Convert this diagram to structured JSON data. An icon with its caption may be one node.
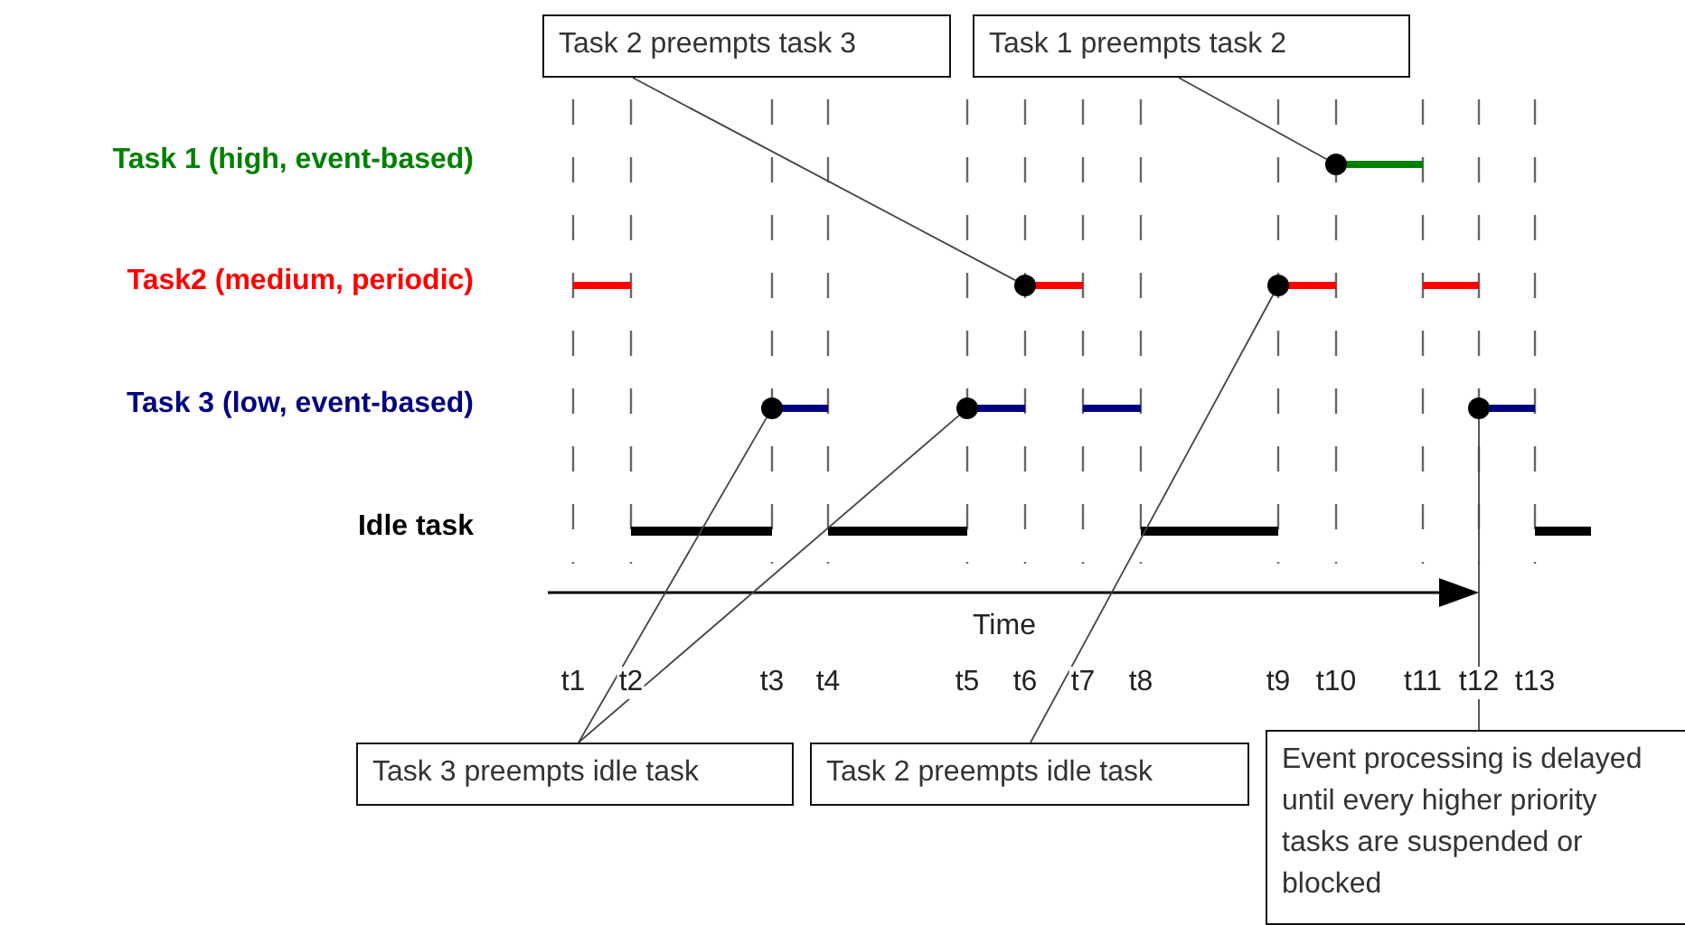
{
  "diagram": {
    "nodes": [
      {
        "text": [
          "Task 2 preempts task 3"
        ]
      },
      {
        "text": [
          "Task 1 preempts task 2"
        ]
      },
      {
        "text": [],
        "shape": "circle"
      },
      {
        "text": [],
        "shape": "circle"
      },
      {
        "text": [],
        "shape": "circle"
      },
      {
        "text": [],
        "shape": "circle"
      },
      {
        "text": [],
        "shape": "circle"
      },
      {
        "text": [],
        "shape": "circle"
      },
      {
        "text": [
          "Task 3 preempts idle task"
        ]
      },
      {
        "text": [
          "Task 2 preempts idle task"
        ]
      },
      {
        "text": [
          "Event processing is delayed until every higher priority tasks are suspended or blocked"
        ]
      }
    ],
    "edges": [
      {
        "from": 0,
        "to": 3,
        "arrow": "none"
      },
      {
        "from": 1,
        "to": 2,
        "arrow": "none"
      },
      {
        "from": 8,
        "to": 5,
        "arrow": "none"
      },
      {
        "from": 8,
        "to": 6,
        "arrow": "none"
      },
      {
        "from": 9,
        "to": 4,
        "arrow": "none"
      },
      {
        "from": 10,
        "to": 7,
        "arrow": "none"
      }
    ],
    "labels": [
      "Task 1 (high, event-based)",
      "Task2 (medium, periodic)",
      "Task 3 (low, event-based)",
      "Idle task",
      "Time",
      "t1",
      "t2",
      "t3",
      "t4",
      "t5",
      "t6",
      "t7",
      "t8",
      "t9",
      "t10",
      "t11",
      "t12",
      "t13"
    ]
  }
}
